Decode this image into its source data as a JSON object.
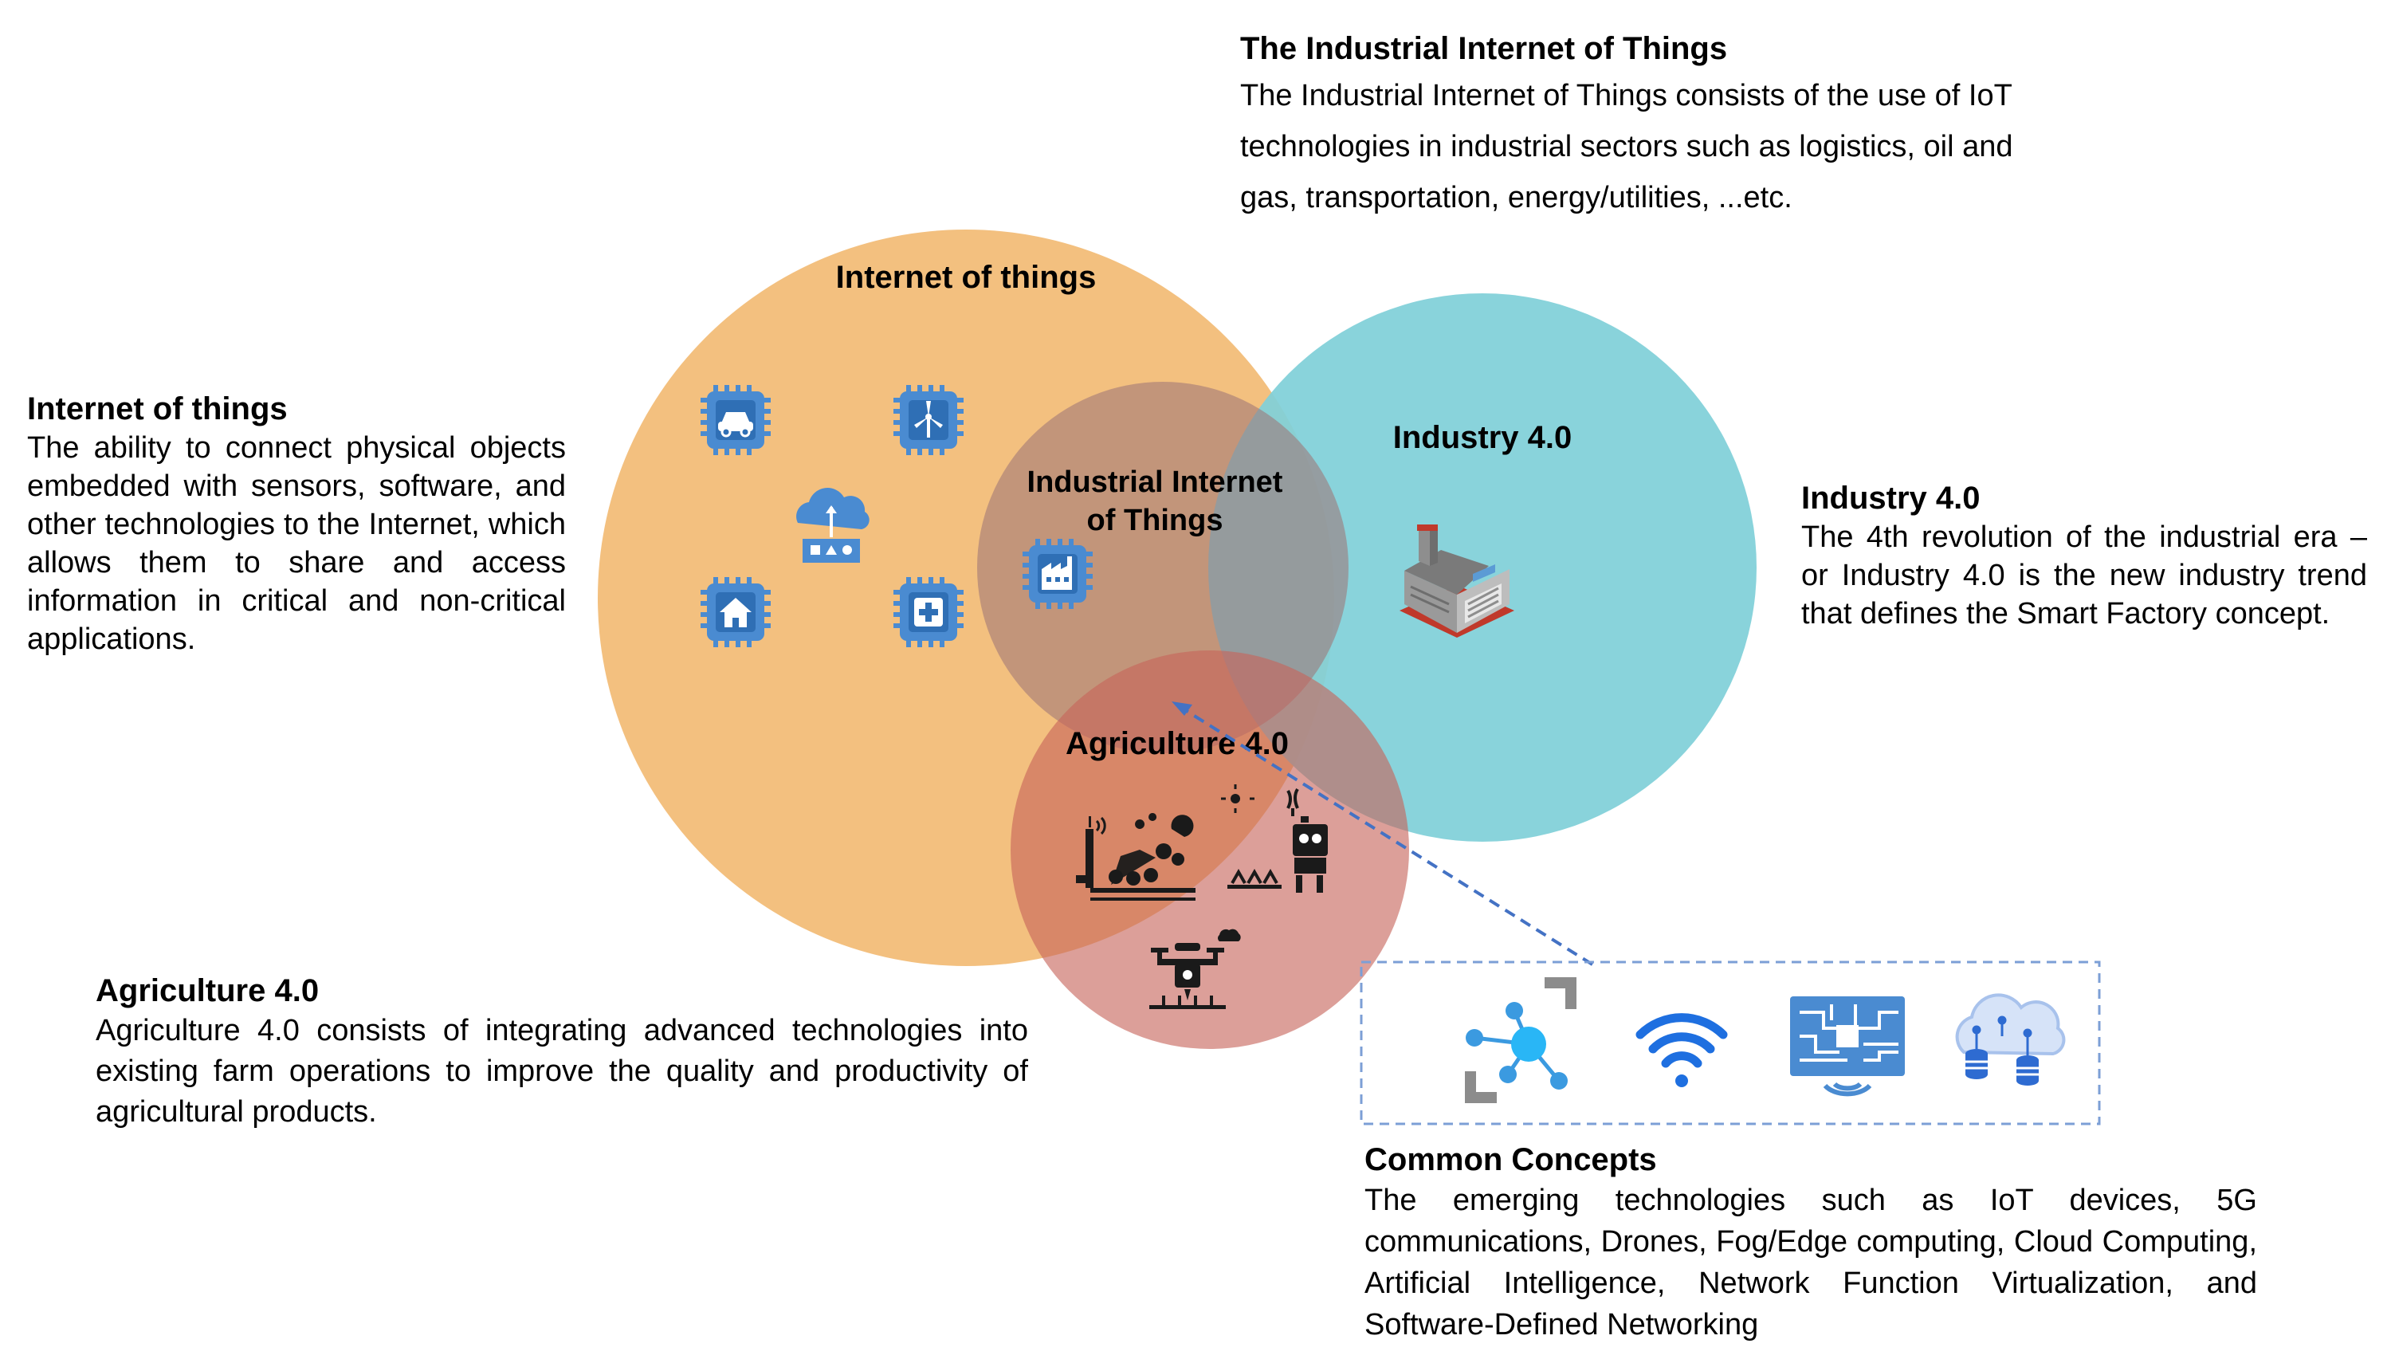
{
  "descriptions": {
    "iiot": {
      "title": "The Industrial Internet of Things",
      "text": "The Industrial Internet of Things consists of the use of IoT technologies in industrial sectors such as logistics, oil and gas, transportation, energy/utilities, ...etc."
    },
    "iot": {
      "title": "Internet of things",
      "text": "The ability to connect physical objects embedded with sensors, software, and other technologies to the Internet, which allows them to share and access information in critical and non-critical applications."
    },
    "industry": {
      "title": "Industry 4.0",
      "text": "The 4th revolution of the industrial era – or Industry 4.0 is the new industry trend that defines the Smart Factory concept."
    },
    "agriculture": {
      "title": "Agriculture 4.0",
      "text": "Agriculture 4.0 consists of integrating advanced technologies into existing farm operations to improve the quality and productivity of agricultural products."
    },
    "common": {
      "title": "Common Concepts",
      "text": "The emerging technologies such as IoT devices, 5G communications, Drones, Fog/Edge computing, Cloud Computing, Artificial Intelligence, Network Function Virtualization, and Software-Defined Networking"
    }
  },
  "circles": {
    "iot_label": "Internet of things",
    "industry_label": "Industry 4.0",
    "iiot_label_line1": "Industrial Internet",
    "iiot_label_line2": "of Things",
    "agriculture_label": "Agriculture 4.0"
  },
  "colors": {
    "iot_circle": "#F3C07F",
    "industry_circle": "#80D0D8",
    "iiot_circle": "#9E7677",
    "agriculture_circle": "#C7645A",
    "chip_blue": "#4A8BD1",
    "connector": "#4472C4"
  },
  "icons": [
    "car-chip-icon",
    "wind-turbine-chip-icon",
    "cloud-network-icon",
    "house-chip-icon",
    "medical-chip-icon",
    "factory-chip-icon",
    "factory-icon",
    "smart-farm-icon",
    "farm-robot-icon",
    "drone-icon",
    "network-hub-icon",
    "wifi-icon",
    "circuit-board-icon",
    "cloud-database-icon"
  ]
}
